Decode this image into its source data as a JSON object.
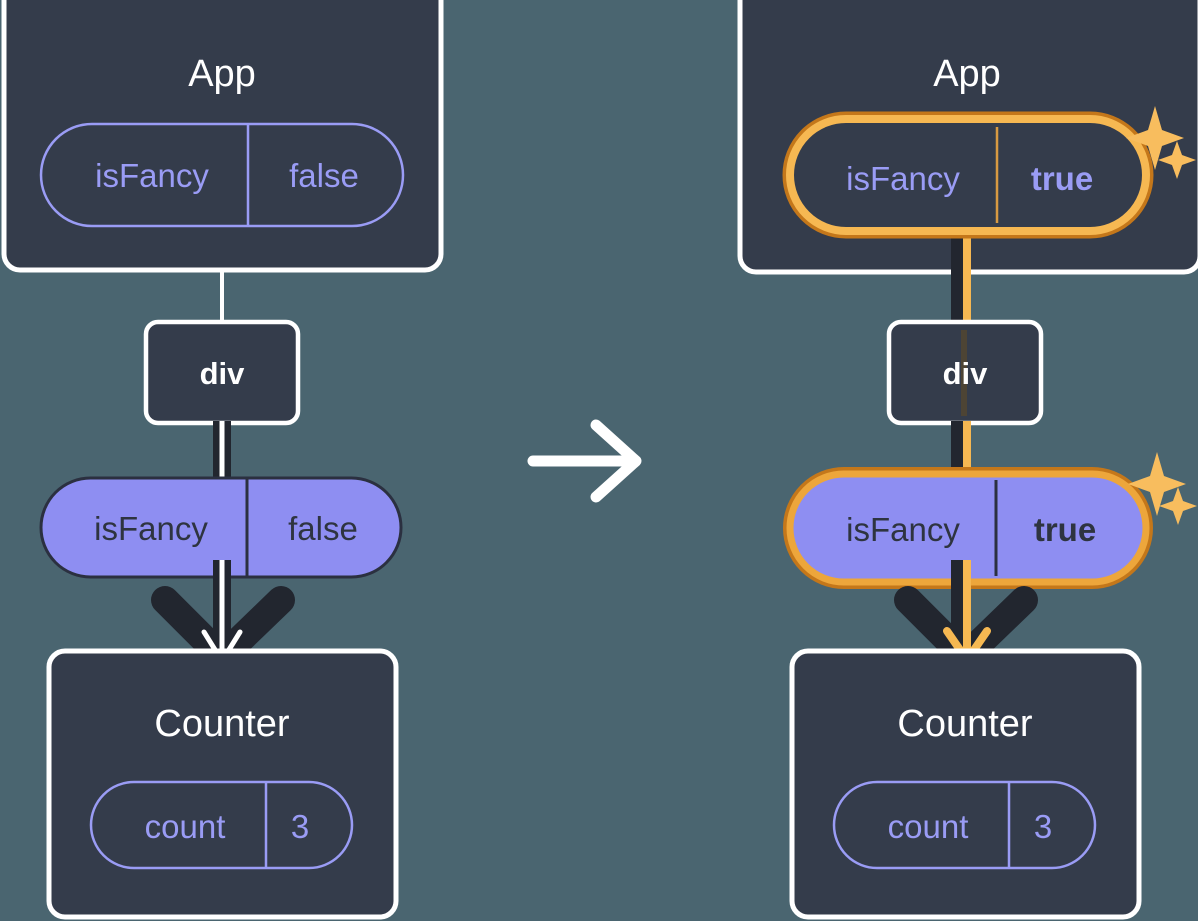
{
  "diagram": {
    "type": "react-state-propagation",
    "background_color": "#4a6570",
    "box_fill": "#343c4b",
    "box_border": "#ffffff",
    "pill_solid_fill": "#8e8ef2",
    "pill_outline_stroke": "#9a9cf5",
    "highlight_outer": "#c4771a",
    "highlight_inner": "#f6b852",
    "line_dark": "#22262f",
    "line_white": "#ffffff",
    "transition_arrow": "→"
  },
  "panels": [
    {
      "id": "before",
      "app": {
        "title": "App",
        "pill": {
          "name": "isFancy",
          "value": "false",
          "style": "outline",
          "highlighted": false,
          "bold_value": false
        }
      },
      "div": {
        "title": "div"
      },
      "prop": {
        "pill": {
          "name": "isFancy",
          "value": "false",
          "style": "solid",
          "highlighted": false,
          "bold_value": false
        }
      },
      "counter": {
        "title": "Counter",
        "pill": {
          "name": "count",
          "value": "3",
          "style": "outline",
          "highlighted": false,
          "bold_value": false
        }
      },
      "flow_color": "#ffffff",
      "sparkles": false
    },
    {
      "id": "after",
      "app": {
        "title": "App",
        "pill": {
          "name": "isFancy",
          "value": "true",
          "style": "outline",
          "highlighted": true,
          "bold_value": true
        }
      },
      "div": {
        "title": "div"
      },
      "prop": {
        "pill": {
          "name": "isFancy",
          "value": "true",
          "style": "solid",
          "highlighted": true,
          "bold_value": true
        }
      },
      "counter": {
        "title": "Counter",
        "pill": {
          "name": "count",
          "value": "3",
          "style": "outline",
          "highlighted": false,
          "bold_value": false
        }
      },
      "flow_color": "#f6b852",
      "sparkles": true
    }
  ]
}
